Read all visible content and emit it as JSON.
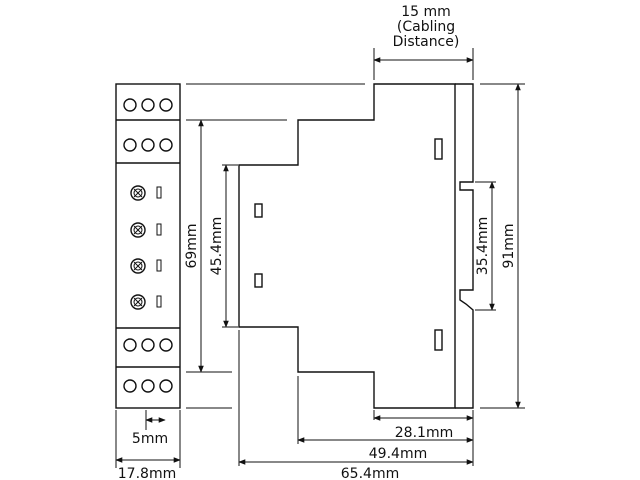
{
  "dimensions": {
    "cabling_line1": "15 mm",
    "cabling_line2": "(Cabling",
    "cabling_line3": "Distance)",
    "height_total": "91mm",
    "height_body": "69mm",
    "height_front": "45.4mm",
    "rail_height": "35.4mm",
    "depth_front": "28.1mm",
    "depth_mid": "49.4mm",
    "depth_total": "65.4mm",
    "terminal_pitch": "5mm",
    "width": "17.8mm"
  }
}
